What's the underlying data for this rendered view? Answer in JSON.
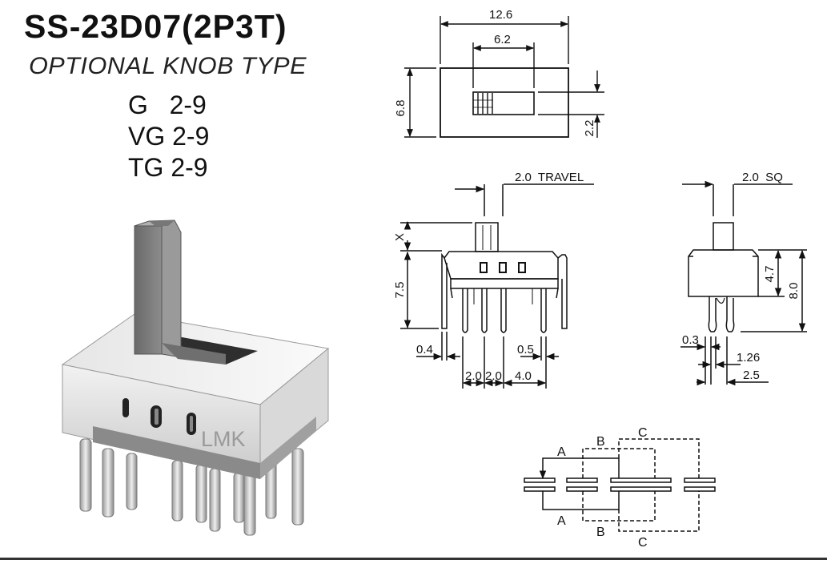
{
  "header": {
    "model": "SS-23D07(2P3T)",
    "subtitle": "OPTIONAL KNOB TYPE",
    "knob_types": [
      "G   2-9",
      "VG 2-9",
      "TG 2-9"
    ]
  },
  "photo": {
    "brand_mark": "LMK"
  },
  "top_view": {
    "overall_width": "12.6",
    "slot_width": "6.2",
    "height": "6.8",
    "actuator_offset": "2.2"
  },
  "front_view": {
    "travel": "2.0  TRAVEL",
    "actuator_height": "X",
    "body_height": "7.5",
    "terminal_thickness": "0.4",
    "terminal_width": "0.5",
    "pitch_a": "2.0",
    "pitch_b": "2.0",
    "pitch_c": "4.0"
  },
  "side_view": {
    "actuator_size": "2.0  SQ",
    "body_height": "4.7",
    "overall_height": "8.0",
    "pin_thickness": "0.3",
    "pin_spacing": "1.26",
    "pin_row": "2.5"
  },
  "schematic": {
    "labels_top": [
      "A",
      "B",
      "C"
    ],
    "labels_bottom": [
      "A",
      "B",
      "C"
    ]
  }
}
